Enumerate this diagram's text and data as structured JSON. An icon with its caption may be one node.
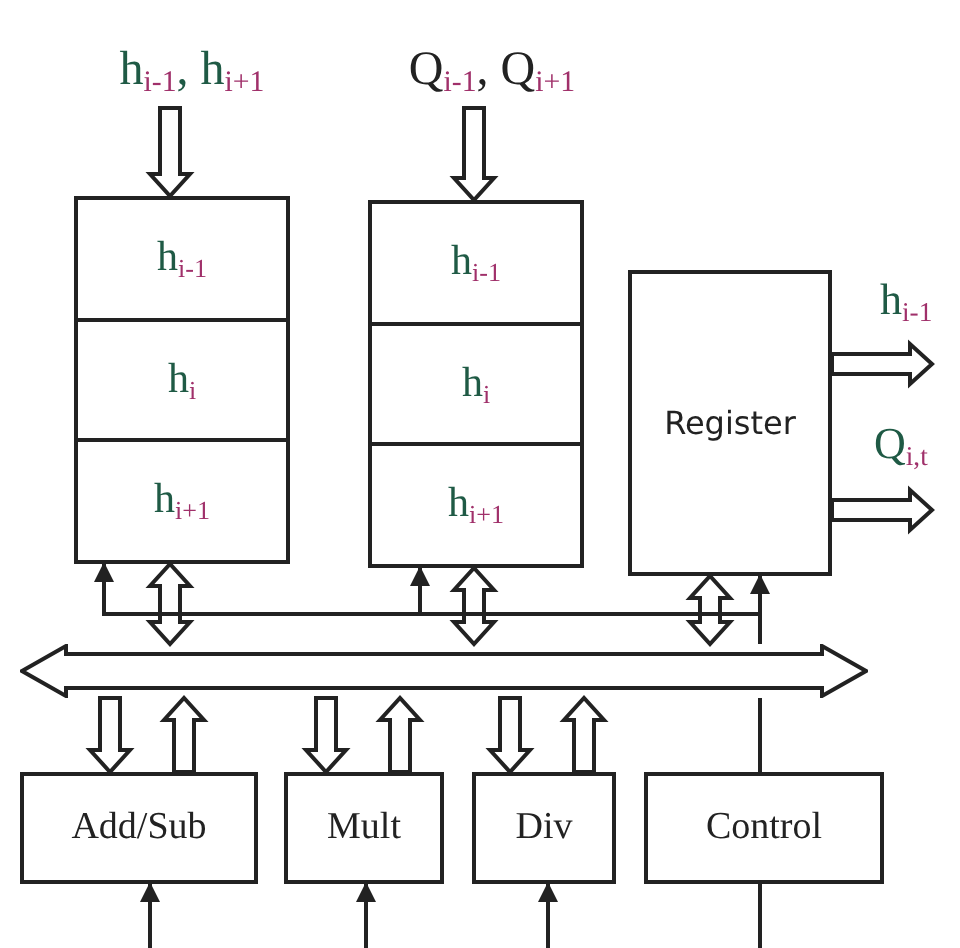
{
  "diagram": {
    "nodes": [
      {
        "text": [
          "h$_{i-1}$, h$_{i+1}$"
        ]
      },
      {
        "text": [],
        "shape": "box"
      },
      {
        "text": [
          "h$_{i-1}$"
        ],
        "in": 1
      },
      {
        "text": [
          "h$_{i}$"
        ],
        "in": 1
      },
      {
        "text": [
          "h$_{i+1}$"
        ],
        "in": 1
      },
      {
        "text": [
          "Q$_{i-1}$, Q$_{i+1}$"
        ]
      },
      {
        "text": [],
        "shape": "box"
      },
      {
        "text": [
          "h$_{i-1}$"
        ],
        "in": 6
      },
      {
        "text": [
          "h$_{i}$"
        ],
        "in": 6
      },
      {
        "text": [
          "h$_{i+1}$"
        ],
        "in": 6
      },
      {
        "text": [
          "Register"
        ]
      },
      {
        "text": [],
        "shape": "bar"
      },
      {
        "text": [
          "Add/Sub"
        ]
      },
      {
        "text": [
          "Mult"
        ]
      },
      {
        "text": [
          "Div"
        ]
      },
      {
        "text": [
          "Control"
        ]
      }
    ],
    "edges": [
      {
        "from": 0,
        "to": 1,
        "arrow": "to",
        "style": "thick"
      },
      {
        "from": 5,
        "to": 6,
        "arrow": "to",
        "style": "thick"
      },
      {
        "from": 10,
        "to": null,
        "arrow": "to",
        "style": "thick",
        "label": "h$_{i-1}$"
      },
      {
        "from": 10,
        "to": null,
        "arrow": "to",
        "style": "thick",
        "label": "Q$_{i,t}$"
      },
      {
        "from": 1,
        "to": 11,
        "arrow": "both",
        "style": "thick"
      },
      {
        "from": 6,
        "to": 11,
        "arrow": "both",
        "style": "thick"
      },
      {
        "from": 10,
        "to": 11,
        "arrow": "both",
        "style": "thick"
      },
      {
        "from": 11,
        "to": 12,
        "arrow": "to",
        "style": "thick"
      },
      {
        "from": 12,
        "to": 11,
        "arrow": "to",
        "style": "thick"
      },
      {
        "from": 11,
        "to": 13,
        "arrow": "to",
        "style": "thick"
      },
      {
        "from": 13,
        "to": 11,
        "arrow": "to",
        "style": "thick"
      },
      {
        "from": 11,
        "to": 14,
        "arrow": "to",
        "style": "thick"
      },
      {
        "from": 14,
        "to": 11,
        "arrow": "to",
        "style": "thick"
      },
      {
        "from": 11,
        "to": 1,
        "arrow": "to"
      },
      {
        "from": 11,
        "to": 6,
        "arrow": "to"
      },
      {
        "from": 11,
        "to": 10,
        "arrow": "to"
      },
      {
        "from": null,
        "to": 12,
        "arrow": "to"
      },
      {
        "from": null,
        "to": 13,
        "arrow": "to"
      },
      {
        "from": null,
        "to": 14,
        "arrow": "to"
      },
      {
        "from": 15,
        "to": null,
        "arrow": "none"
      },
      {
        "from": 15,
        "to": 11,
        "arrow": "none"
      }
    ]
  }
}
